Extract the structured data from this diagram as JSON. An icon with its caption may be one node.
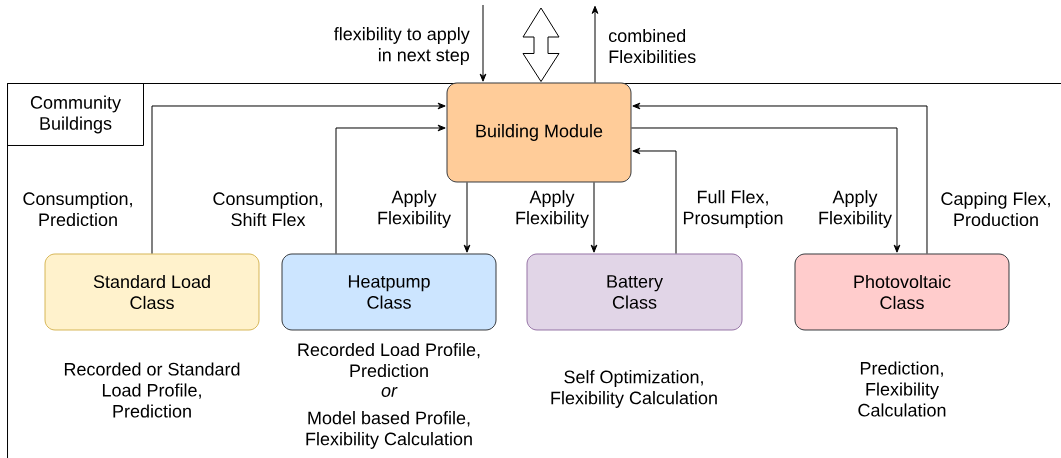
{
  "diagram": {
    "nodes": [
      {
        "text": [
          "Community Buildings"
        ]
      },
      {
        "text": [
          "Building Module"
        ],
        "in": 0
      },
      {
        "text": [
          "Standard Load Class"
        ],
        "in": 0,
        "beside": [
          "Recorded or Standard Load Profile, Prediction"
        ]
      },
      {
        "text": [
          "Heatpump Class"
        ],
        "in": 0,
        "beside": [
          "Recorded Load Profile, Prediction",
          "or",
          "Model based Profile, Flexibility Calculation"
        ]
      },
      {
        "text": [
          "Battery Class"
        ],
        "in": 0,
        "beside": [
          "Self Optimization, Flexibility Calculation"
        ]
      },
      {
        "text": [
          "Photovoltaic Class"
        ],
        "in": 0,
        "beside": [
          "Prediction, Flexibility Calculation"
        ]
      }
    ],
    "edges": [
      {
        "from": null,
        "to": 1,
        "arrow": "to",
        "label": "flexibility to apply in next step"
      },
      {
        "from": null,
        "to": 1,
        "arrow": "both",
        "style": "thick"
      },
      {
        "from": 1,
        "to": null,
        "arrow": "to",
        "label": "combined Flexibilities"
      },
      {
        "from": 2,
        "to": 1,
        "arrow": "to",
        "label": "Consumption, Prediction"
      },
      {
        "from": 3,
        "to": 1,
        "arrow": "to",
        "label": "Consumption, Shift Flex"
      },
      {
        "from": 1,
        "to": 3,
        "arrow": "to",
        "label": "Apply Flexibility"
      },
      {
        "from": 1,
        "to": 4,
        "arrow": "to",
        "label": "Apply Flexibility"
      },
      {
        "from": 4,
        "to": 1,
        "arrow": "to",
        "label": "Full Flex, Prosumption"
      },
      {
        "from": 1,
        "to": 5,
        "arrow": "to",
        "label": "Apply Flexibility"
      },
      {
        "from": 5,
        "to": 1,
        "arrow": "to",
        "label": "Capping Flex, Production"
      }
    ]
  }
}
